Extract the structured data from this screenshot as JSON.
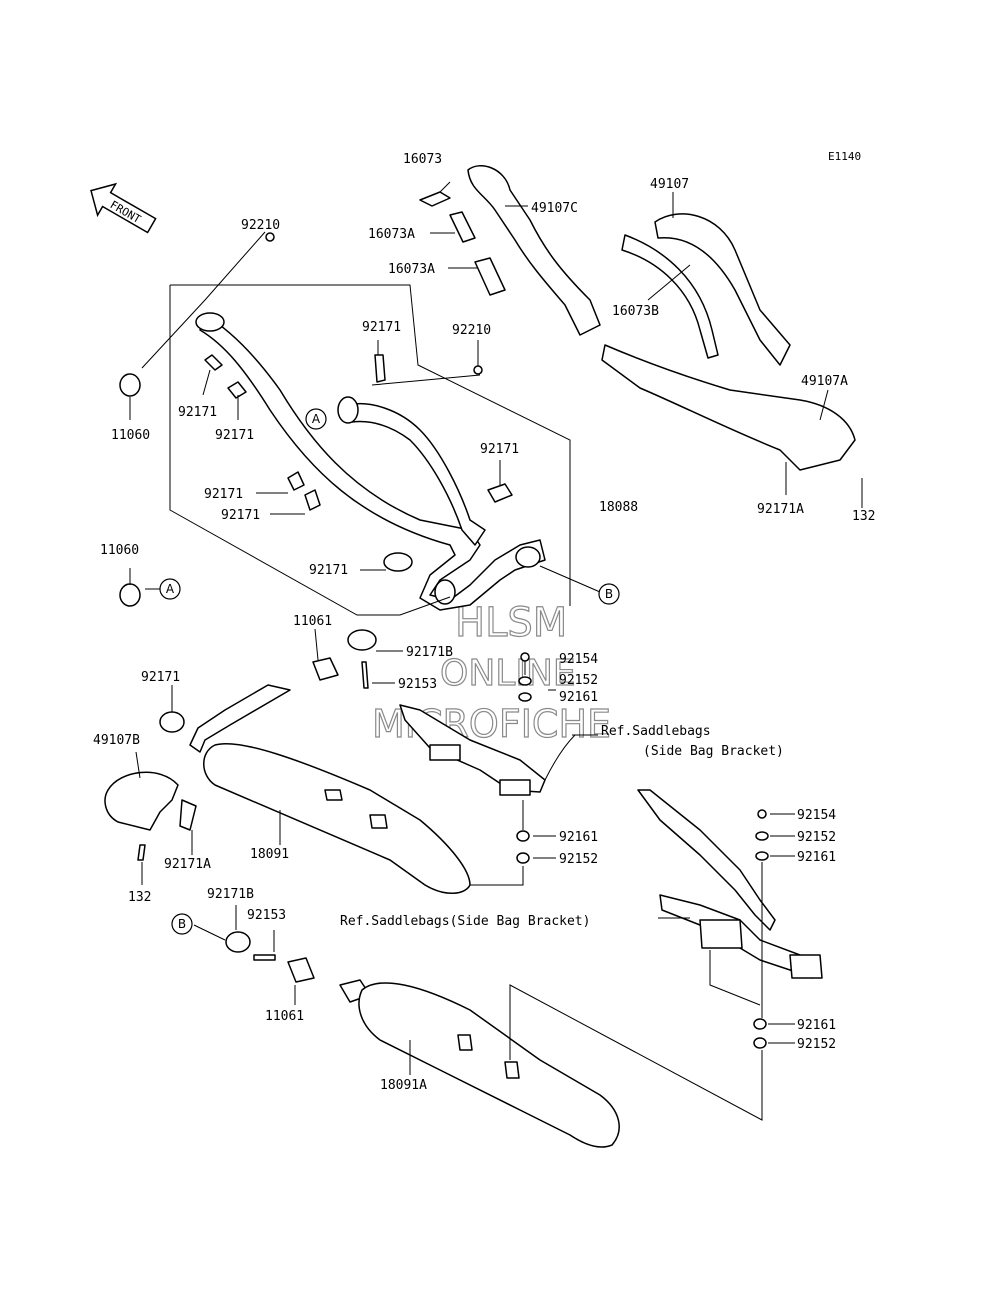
{
  "diagram_code": "E1140",
  "front_label": "FRONT",
  "watermark": [
    "HLSM",
    "ONLINE",
    "MICROFICHE"
  ],
  "callouts": {
    "a": "A",
    "b": "B"
  },
  "labels": {
    "p16073": "16073",
    "p49107c": "49107C",
    "p16073a_1": "16073A",
    "p16073a_2": "16073A",
    "p49107": "49107",
    "p16073b": "16073B",
    "p49107a": "49107A",
    "p92171a_top": "92171A",
    "p132_top": "132",
    "p92210_left": "92210",
    "p92210_mid": "92210",
    "p92171_top": "92171",
    "p11060_top": "11060",
    "p92171_l1": "92171",
    "p92171_l2": "92171",
    "p92171_l3": "92171",
    "p92171_l4": "92171",
    "p92171_mid": "92171",
    "p18088": "18088",
    "p11060_mid": "11060",
    "p92171_clamp": "92171",
    "p11061_top": "11061",
    "p92171b_top": "92171B",
    "p92153_top": "92153",
    "p92154_top": "92154",
    "p92152_top": "92152",
    "p92161_top": "92161",
    "ref1_line1": "Ref.Saddlebags",
    "ref1_line2": "(Side Bag Bracket)",
    "p92171_left": "92171",
    "p49107b": "49107B",
    "p92171a_left": "92171A",
    "p132_left": "132",
    "p18091": "18091",
    "p92161_mid": "92161",
    "p92152_mid": "92152",
    "p92154_right": "92154",
    "p92152_right": "92152",
    "p92161_right": "92161",
    "ref2": "Ref.Saddlebags(Side Bag Bracket)",
    "p92171b_bot": "92171B",
    "p92153_bot": "92153",
    "p11061_bot": "11061",
    "p18091a": "18091A",
    "p92161_bot": "92161",
    "p92152_bot": "92152"
  }
}
